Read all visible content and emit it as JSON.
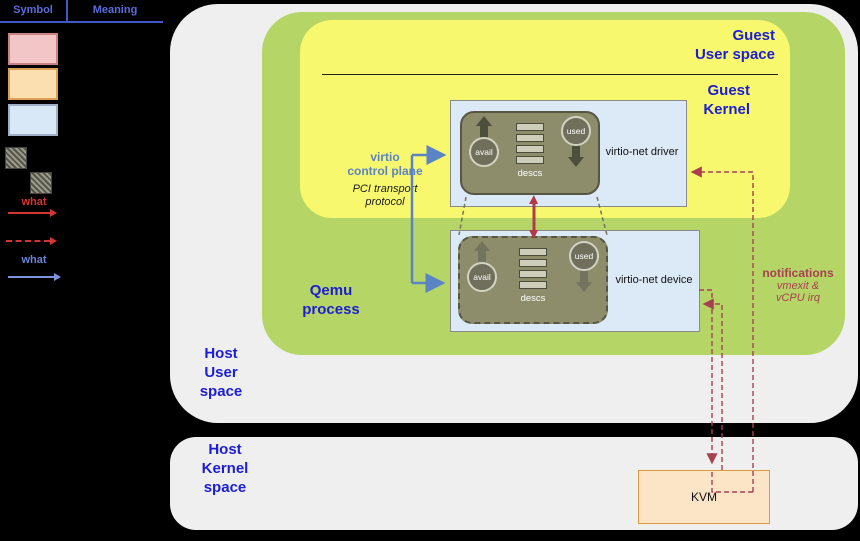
{
  "legend": {
    "header_symbol": "Symbol",
    "header_meaning": "Meaning",
    "what_red": "what",
    "what_blue": "what",
    "swatch_colors": {
      "pink": "#f2c6c6",
      "orange": "#fcdfb0",
      "blue": "#d9e8f7"
    }
  },
  "diagram": {
    "host_user_label": "Host\nUser\nspace",
    "host_kernel_label": "Host\nKernel\nspace",
    "qemu_label": "Qemu\nprocess",
    "guest_user_label": "Guest\nUser space",
    "guest_kernel_label": "Guest\nKernel",
    "driver_label": "virtio-net driver",
    "device_label": "virtio-net device",
    "control_plane_label": "virtio\ncontrol plane",
    "transport_label": "PCI transport\nprotocol",
    "notifications_title": "notifications",
    "notifications_sub1": "vmexit &",
    "notifications_sub2": "vCPU irq",
    "kvm_label": "KVM",
    "vring": {
      "avail": "avail",
      "descs": "descs",
      "used": "used"
    }
  },
  "colors": {
    "background": "#000000",
    "host_space_fill": "#efefef",
    "qemu_fill": "#b5d667",
    "guest_fill": "#f8f86e",
    "virtio_box_fill": "#dceaf8",
    "vring_fill": "#8d8d6c",
    "kvm_fill": "#fbe5c6",
    "kvm_border": "#db9a3c",
    "label_blue": "#1d1dd4",
    "control_plane_blue": "#5b84c4",
    "notification_red": "#a84050",
    "data_arrow_red": "#b23a48"
  }
}
